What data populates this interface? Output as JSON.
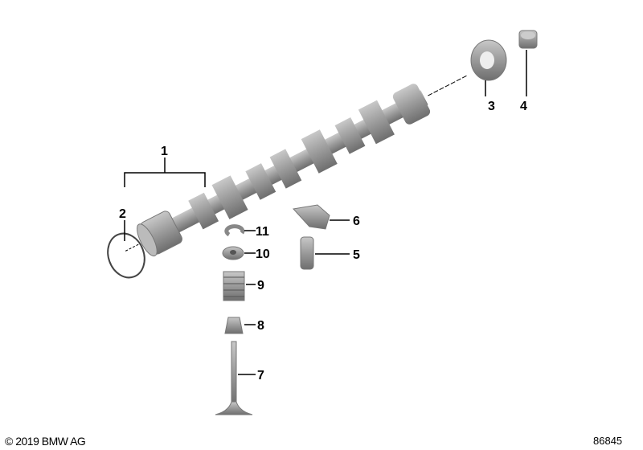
{
  "callouts": [
    "1",
    "2",
    "3",
    "4",
    "5",
    "6",
    "7",
    "8",
    "9",
    "10",
    "11"
  ],
  "footer": {
    "copyright": "© 2019 BMW AG",
    "diagram_number": "86845"
  },
  "colors": {
    "part_fill": "#9a9a9a",
    "part_light": "#c8c8c8",
    "part_dark": "#6e6e6e",
    "leader_line": "#000000"
  }
}
